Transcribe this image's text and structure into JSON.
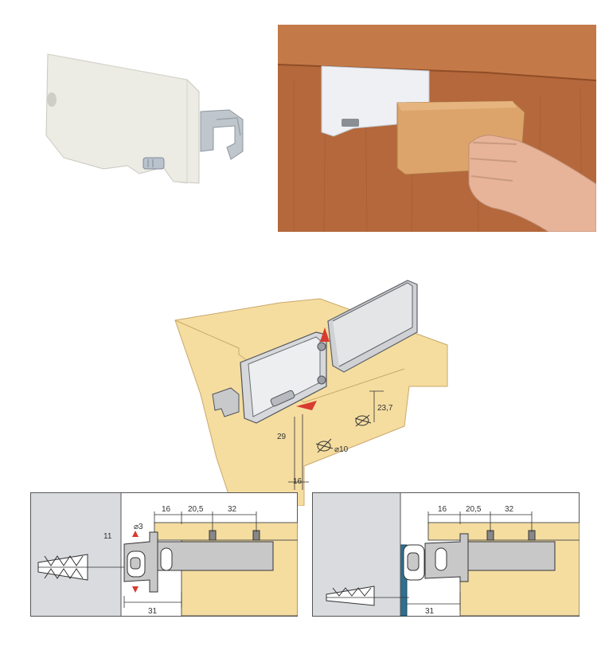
{
  "dimensions": {
    "iso": {
      "height": "23,7",
      "hole_diameter": "⌀10",
      "offset": "29",
      "edge": "16"
    },
    "left_section": {
      "d1": "16",
      "d2": "20,5",
      "d3": "32",
      "depth": "11",
      "pilot": "⌀3",
      "base": "31"
    },
    "right_section": {
      "d1": "16",
      "d2": "20,5",
      "d3": "32",
      "base": "31"
    }
  },
  "colors": {
    "wood": "#f5dda0",
    "metal": "#c8c8c8",
    "wall": "#d9dbdf",
    "accent": "#d93a30"
  }
}
